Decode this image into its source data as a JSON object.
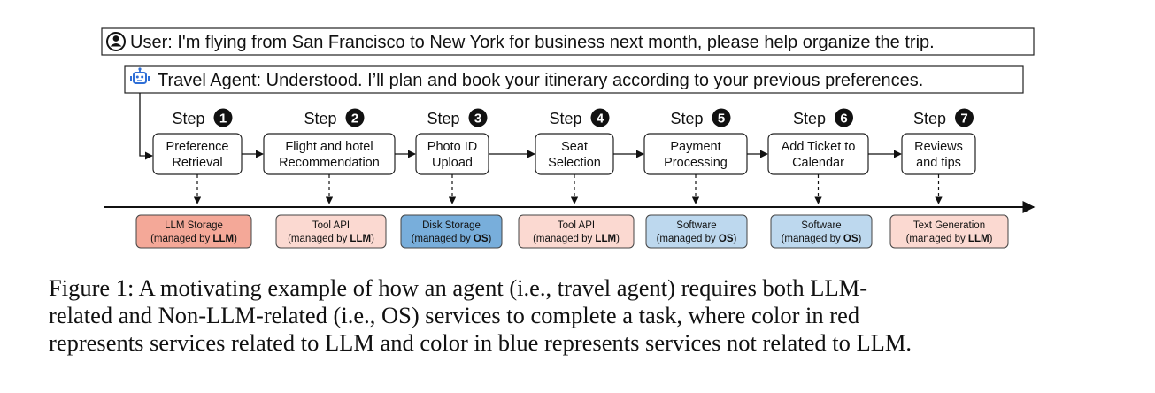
{
  "user_message": {
    "text": "User: I'm flying from San Francisco to New York for business next month, please help organize the trip."
  },
  "agent_message": {
    "text": "Travel Agent: Understood. I’ll plan and book your itinerary according to your previous preferences."
  },
  "step_word": "Step",
  "steps": [
    {
      "num": "1",
      "lines": [
        "Preference",
        "Retrieval"
      ]
    },
    {
      "num": "2",
      "lines": [
        "Flight and hotel",
        "Recommendation"
      ]
    },
    {
      "num": "3",
      "lines": [
        "Photo ID",
        "Upload"
      ]
    },
    {
      "num": "4",
      "lines": [
        "Seat",
        "Selection"
      ]
    },
    {
      "num": "5",
      "lines": [
        "Payment",
        "Processing"
      ]
    },
    {
      "num": "6",
      "lines": [
        "Add Ticket to",
        "Calendar"
      ]
    },
    {
      "num": "7",
      "lines": [
        "Reviews",
        "and tips"
      ]
    }
  ],
  "services": [
    {
      "title": "LLM Storage",
      "prefix": "(managed by ",
      "owner": "LLM",
      "suffix": ")",
      "kind": "llm_strong"
    },
    {
      "title": "Tool API",
      "prefix": "(managed by ",
      "owner": "LLM",
      "suffix": ")",
      "kind": "llm_light"
    },
    {
      "title": "Disk Storage",
      "prefix": "(managed by ",
      "owner": "OS",
      "suffix": ")",
      "kind": "os_strong"
    },
    {
      "title": "Tool API",
      "prefix": "(managed by ",
      "owner": "LLM",
      "suffix": ")",
      "kind": "llm_light"
    },
    {
      "title": "Software",
      "prefix": "(managed by ",
      "owner": "OS",
      "suffix": ")",
      "kind": "os_light"
    },
    {
      "title": "Software",
      "prefix": "(managed by ",
      "owner": "OS",
      "suffix": ")",
      "kind": "os_light"
    },
    {
      "title": "Text Generation",
      "prefix": "(managed by ",
      "owner": "LLM",
      "suffix": ")",
      "kind": "llm_light"
    }
  ],
  "colors": {
    "llm_strong": "#f4a898",
    "llm_light": "#fbd9d1",
    "os_strong": "#78aedb",
    "os_light": "#bdd8ee",
    "agent_icon": "#2f6fd6",
    "step_badge": "#111111"
  },
  "caption": {
    "lines": [
      "Figure 1: A motivating example of how an agent (i.e., travel agent) requires both LLM-",
      "related and Non-LLM-related (i.e., OS) services to complete a task, where color in red",
      "represents services related to LLM and color in blue represents services not related to LLM."
    ]
  }
}
